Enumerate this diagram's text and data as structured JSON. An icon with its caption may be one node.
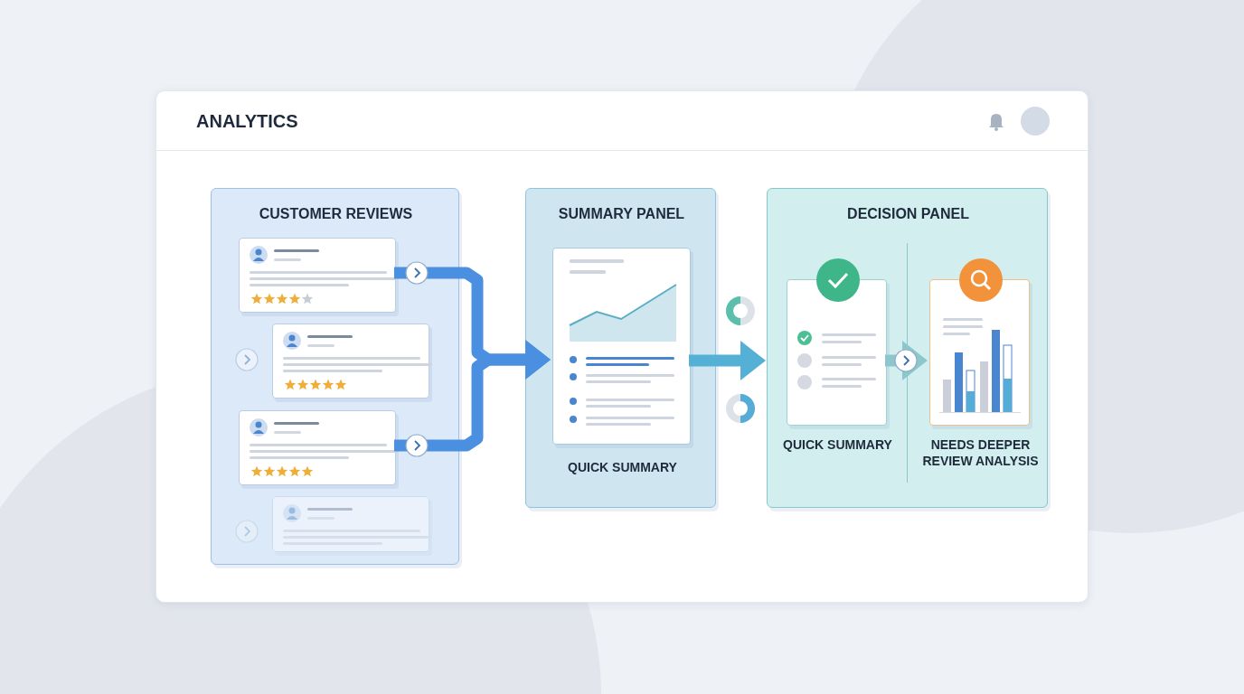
{
  "diagram": {
    "nodes": [
      {
        "text": [
          "ANALYTICS"
        ]
      },
      {
        "text": [
          "CUSTOMER REVIEWS"
        ],
        "in": 0
      },
      {
        "text": [],
        "shape": "box",
        "in": 1
      },
      {
        "text": [],
        "shape": "box",
        "in": 1
      },
      {
        "text": [],
        "shape": "box",
        "in": 1
      },
      {
        "text": [],
        "shape": "box",
        "in": 1
      },
      {
        "text": [
          "SUMMARY PANEL"
        ],
        "in": 0
      },
      {
        "text": [
          "QUICK SUMMARY"
        ],
        "in": 6
      },
      {
        "text": [
          "DECISION PANEL"
        ],
        "in": 0
      },
      {
        "text": [
          "QUICK SUMMARY"
        ],
        "in": 8
      },
      {
        "text": [
          "NEEDS DEEPER REVIEW ANALYSIS"
        ],
        "in": 8
      }
    ],
    "edges": [
      {
        "from": 2,
        "to": 7,
        "arrow": "to"
      },
      {
        "from": 4,
        "to": 7,
        "arrow": "to"
      },
      {
        "from": 7,
        "to": 8,
        "arrow": "to",
        "color": "#55b0d6"
      },
      {
        "from": 9,
        "to": 10,
        "arrow": "to",
        "color": "#8cc7cc"
      }
    ]
  }
}
